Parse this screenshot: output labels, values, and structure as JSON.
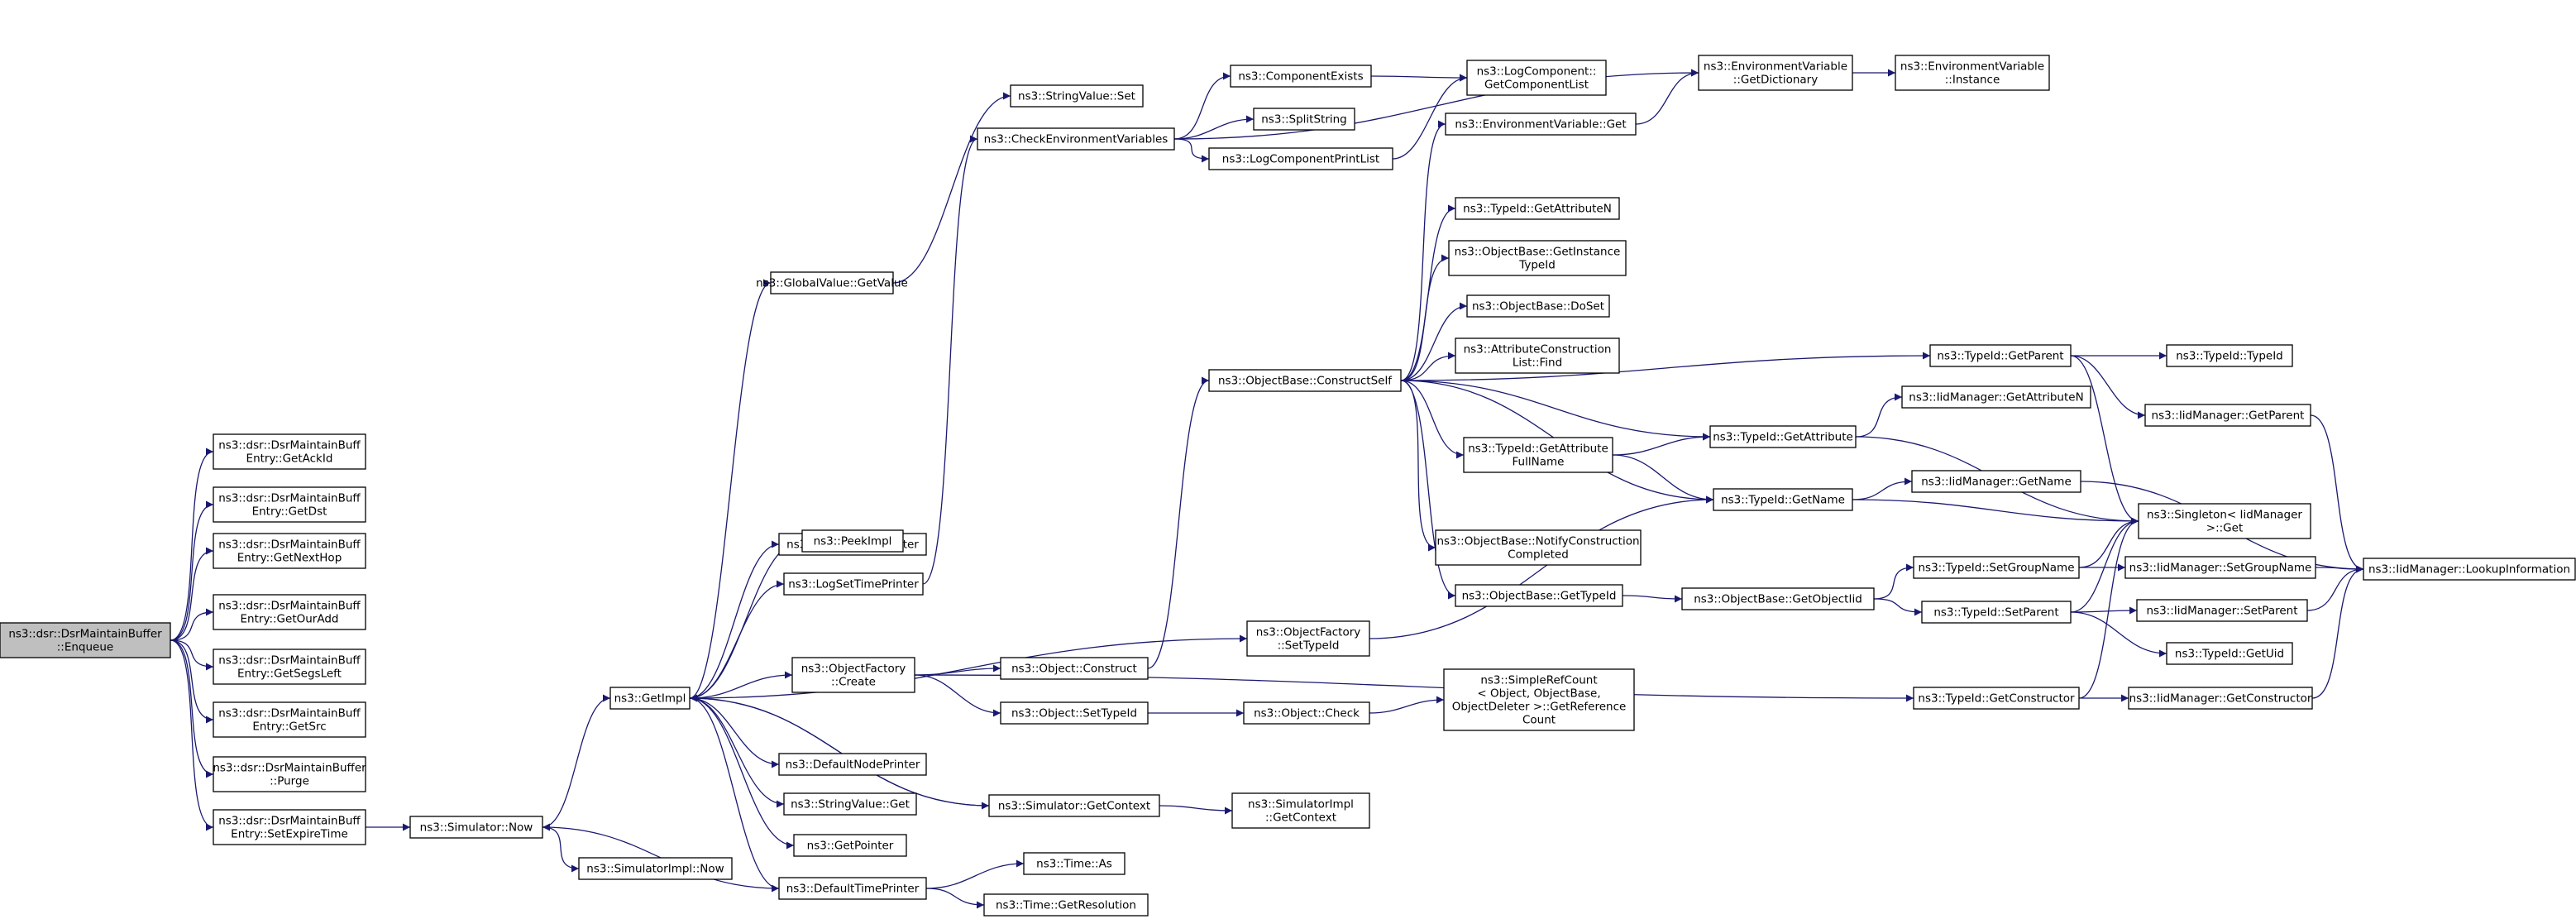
{
  "diagram": {
    "nodes": [
      {
        "id": "enqueue",
        "lines": [
          "ns3::dsr::DsrMaintainBuffer",
          "::Enqueue"
        ]
      },
      {
        "id": "getackid",
        "lines": [
          "ns3::dsr::DsrMaintainBuff",
          "Entry::GetAckId"
        ]
      },
      {
        "id": "getdst",
        "lines": [
          "ns3::dsr::DsrMaintainBuff",
          "Entry::GetDst"
        ]
      },
      {
        "id": "getnexthop",
        "lines": [
          "ns3::dsr::DsrMaintainBuff",
          "Entry::GetNextHop"
        ]
      },
      {
        "id": "getouradd",
        "lines": [
          "ns3::dsr::DsrMaintainBuff",
          "Entry::GetOurAdd"
        ]
      },
      {
        "id": "getsegsleft",
        "lines": [
          "ns3::dsr::DsrMaintainBuff",
          "Entry::GetSegsLeft"
        ]
      },
      {
        "id": "getsrc",
        "lines": [
          "ns3::dsr::DsrMaintainBuff",
          "Entry::GetSrc"
        ]
      },
      {
        "id": "purge",
        "lines": [
          "ns3::dsr::DsrMaintainBuffer",
          "::Purge"
        ]
      },
      {
        "id": "setexpiretime",
        "lines": [
          "ns3::dsr::DsrMaintainBuff",
          "Entry::SetExpireTime"
        ]
      },
      {
        "id": "simnow",
        "lines": [
          "ns3::Simulator::Now"
        ]
      },
      {
        "id": "simimplnow",
        "lines": [
          "ns3::SimulatorImpl::Now"
        ]
      },
      {
        "id": "getimpl",
        "lines": [
          "ns3::GetImpl"
        ]
      },
      {
        "id": "globalgetvalue",
        "lines": [
          "ns3::GlobalValue::GetValue"
        ]
      },
      {
        "id": "logsetnodeprinter",
        "lines": [
          "ns3::LogSetNodePrinter"
        ]
      },
      {
        "id": "peekimpl",
        "lines": [
          "ns3::PeekImpl"
        ]
      },
      {
        "id": "logsettimeprinter",
        "lines": [
          "ns3::LogSetTimePrinter"
        ]
      },
      {
        "id": "objfactorycreate",
        "lines": [
          "ns3::ObjectFactory",
          "::Create"
        ]
      },
      {
        "id": "defaultnodeprinter",
        "lines": [
          "ns3::DefaultNodePrinter"
        ]
      },
      {
        "id": "stringvalueget",
        "lines": [
          "ns3::StringValue::Get"
        ]
      },
      {
        "id": "getpointer",
        "lines": [
          "ns3::GetPointer"
        ]
      },
      {
        "id": "defaulttimeprinter",
        "lines": [
          "ns3::DefaultTimePrinter"
        ]
      },
      {
        "id": "stringvalueset",
        "lines": [
          "ns3::StringValue::Set"
        ]
      },
      {
        "id": "checkenv",
        "lines": [
          "ns3::CheckEnvironmentVariables"
        ]
      },
      {
        "id": "componentexists",
        "lines": [
          "ns3::ComponentExists"
        ]
      },
      {
        "id": "splitstring",
        "lines": [
          "ns3::SplitString"
        ]
      },
      {
        "id": "logcomponentprintlist",
        "lines": [
          "ns3::LogComponentPrintList"
        ]
      },
      {
        "id": "getcomponentlist",
        "lines": [
          "ns3::LogComponent::",
          "GetComponentList"
        ]
      },
      {
        "id": "envgetdict",
        "lines": [
          "ns3::EnvironmentVariable",
          "::GetDictionary"
        ]
      },
      {
        "id": "envinstance",
        "lines": [
          "ns3::EnvironmentVariable",
          "::Instance"
        ]
      },
      {
        "id": "envget",
        "lines": [
          "ns3::EnvironmentVariable::Get"
        ]
      },
      {
        "id": "constructself",
        "lines": [
          "ns3::ObjectBase::ConstructSelf"
        ]
      },
      {
        "id": "typeidgetattributen",
        "lines": [
          "ns3::TypeId::GetAttributeN"
        ]
      },
      {
        "id": "getinstancetypeid",
        "lines": [
          "ns3::ObjectBase::GetInstance",
          "TypeId"
        ]
      },
      {
        "id": "doset",
        "lines": [
          "ns3::ObjectBase::DoSet"
        ]
      },
      {
        "id": "attrconstructionfind",
        "lines": [
          "ns3::AttributeConstruction",
          "List::Find"
        ]
      },
      {
        "id": "getattributefullname",
        "lines": [
          "ns3::TypeId::GetAttribute",
          "FullName"
        ]
      },
      {
        "id": "notifyconstruction",
        "lines": [
          "ns3::ObjectBase::NotifyConstruction",
          "Completed"
        ]
      },
      {
        "id": "objbasegettypeid",
        "lines": [
          "ns3::ObjectBase::GetTypeId"
        ]
      },
      {
        "id": "objfactorysettypeid",
        "lines": [
          "ns3::ObjectFactory",
          "::SetTypeId"
        ]
      },
      {
        "id": "objectconstruct",
        "lines": [
          "ns3::Object::Construct"
        ]
      },
      {
        "id": "objectsettypeid",
        "lines": [
          "ns3::Object::SetTypeId"
        ]
      },
      {
        "id": "objectcheck",
        "lines": [
          "ns3::Object::Check"
        ]
      },
      {
        "id": "simplerefcount",
        "lines": [
          "ns3::SimpleRefCount",
          "< Object, ObjectBase,",
          "ObjectDeleter >::GetReference",
          "Count"
        ]
      },
      {
        "id": "simgetcontext",
        "lines": [
          "ns3::Simulator::GetContext"
        ]
      },
      {
        "id": "simimplgetcontext",
        "lines": [
          "ns3::SimulatorImpl",
          "::GetContext"
        ]
      },
      {
        "id": "timeas",
        "lines": [
          "ns3::Time::As"
        ]
      },
      {
        "id": "timegetresolution",
        "lines": [
          "ns3::Time::GetResolution"
        ]
      },
      {
        "id": "typeidgetparent",
        "lines": [
          "ns3::TypeId::GetParent"
        ]
      },
      {
        "id": "typeidtypeid",
        "lines": [
          "ns3::TypeId::TypeId"
        ]
      },
      {
        "id": "iidgetparent",
        "lines": [
          "ns3::IidManager::GetParent"
        ]
      },
      {
        "id": "iidgetattributen",
        "lines": [
          "ns3::IidManager::GetAttributeN"
        ]
      },
      {
        "id": "typeidgetattribute",
        "lines": [
          "ns3::TypeId::GetAttribute"
        ]
      },
      {
        "id": "typeidgetname",
        "lines": [
          "ns3::TypeId::GetName"
        ]
      },
      {
        "id": "iidgetname",
        "lines": [
          "ns3::IidManager::GetName"
        ]
      },
      {
        "id": "singletonget",
        "lines": [
          "ns3::Singleton< IidManager",
          ">::Get"
        ]
      },
      {
        "id": "getobjectiid",
        "lines": [
          "ns3::ObjectBase::GetObjectIid"
        ]
      },
      {
        "id": "typeidsetgroupname",
        "lines": [
          "ns3::TypeId::SetGroupName"
        ]
      },
      {
        "id": "typeidsetparent",
        "lines": [
          "ns3::TypeId::SetParent"
        ]
      },
      {
        "id": "iidsetgroupname",
        "lines": [
          "ns3::IidManager::SetGroupName"
        ]
      },
      {
        "id": "iidsetparent",
        "lines": [
          "ns3::IidManager::SetParent"
        ]
      },
      {
        "id": "typeidgetuid",
        "lines": [
          "ns3::TypeId::GetUid"
        ]
      },
      {
        "id": "typeidgetconstructor",
        "lines": [
          "ns3::TypeId::GetConstructor"
        ]
      },
      {
        "id": "iidgetconstructor",
        "lines": [
          "ns3::IidManager::GetConstructor"
        ]
      },
      {
        "id": "iidlookupinfo",
        "lines": [
          "ns3::IidManager::LookupInformation"
        ]
      }
    ],
    "edges": [
      [
        "enqueue",
        "getackid"
      ],
      [
        "enqueue",
        "getdst"
      ],
      [
        "enqueue",
        "getnexthop"
      ],
      [
        "enqueue",
        "getouradd"
      ],
      [
        "enqueue",
        "getsegsleft"
      ],
      [
        "enqueue",
        "getsrc"
      ],
      [
        "enqueue",
        "purge"
      ],
      [
        "enqueue",
        "setexpiretime"
      ],
      [
        "setexpiretime",
        "simnow"
      ],
      [
        "simnow",
        "getimpl"
      ],
      [
        "simnow",
        "simimplnow"
      ],
      [
        "getimpl",
        "globalgetvalue"
      ],
      [
        "getimpl",
        "logsetnodeprinter"
      ],
      [
        "getimpl",
        "peekimpl"
      ],
      [
        "getimpl",
        "logsettimeprinter"
      ],
      [
        "getimpl",
        "objfactorycreate"
      ],
      [
        "getimpl",
        "objfactorysettypeid"
      ],
      [
        "getimpl",
        "defaultnodeprinter"
      ],
      [
        "getimpl",
        "stringvalueget"
      ],
      [
        "getimpl",
        "getpointer"
      ],
      [
        "getimpl",
        "defaulttimeprinter"
      ],
      [
        "getimpl",
        "simgetcontext"
      ],
      [
        "globalgetvalue",
        "stringvalueset"
      ],
      [
        "logsettimeprinter",
        "checkenv"
      ],
      [
        "checkenv",
        "componentexists"
      ],
      [
        "checkenv",
        "splitstring"
      ],
      [
        "checkenv",
        "logcomponentprintlist"
      ],
      [
        "checkenv",
        "envgetdict"
      ],
      [
        "componentexists",
        "getcomponentlist"
      ],
      [
        "logcomponentprintlist",
        "getcomponentlist"
      ],
      [
        "envgetdict",
        "envinstance"
      ],
      [
        "envget",
        "envgetdict"
      ],
      [
        "objfactorycreate",
        "objectconstruct"
      ],
      [
        "objfactorycreate",
        "objectsettypeid"
      ],
      [
        "objfactorycreate",
        "typeidgetconstructor"
      ],
      [
        "objectconstruct",
        "constructself"
      ],
      [
        "objectsettypeid",
        "objectcheck"
      ],
      [
        "objectcheck",
        "simplerefcount"
      ],
      [
        "simgetcontext",
        "getimpl"
      ],
      [
        "simgetcontext",
        "simimplgetcontext"
      ],
      [
        "defaulttimeprinter",
        "simnow"
      ],
      [
        "defaulttimeprinter",
        "timeas"
      ],
      [
        "defaulttimeprinter",
        "timegetresolution"
      ],
      [
        "objfactorysettypeid",
        "typeidgetname"
      ],
      [
        "constructself",
        "envget"
      ],
      [
        "constructself",
        "typeidgetattributen"
      ],
      [
        "constructself",
        "getinstancetypeid"
      ],
      [
        "constructself",
        "doset"
      ],
      [
        "constructself",
        "attrconstructionfind"
      ],
      [
        "constructself",
        "getattributefullname"
      ],
      [
        "constructself",
        "typeidgetattribute"
      ],
      [
        "constructself",
        "typeidgetname"
      ],
      [
        "constructself",
        "notifyconstruction"
      ],
      [
        "constructself",
        "objbasegettypeid"
      ],
      [
        "constructself",
        "typeidgetparent"
      ],
      [
        "getattributefullname",
        "typeidgetattribute"
      ],
      [
        "getattributefullname",
        "typeidgetname"
      ],
      [
        "objbasegettypeid",
        "getobjectiid"
      ],
      [
        "typeidgetparent",
        "typeidtypeid"
      ],
      [
        "typeidgetparent",
        "iidgetparent"
      ],
      [
        "typeidgetparent",
        "singletonget"
      ],
      [
        "typeidgetattribute",
        "iidgetattributen"
      ],
      [
        "typeidgetattribute",
        "singletonget"
      ],
      [
        "typeidgetname",
        "iidgetname"
      ],
      [
        "typeidgetname",
        "singletonget"
      ],
      [
        "getobjectiid",
        "typeidsetgroupname"
      ],
      [
        "getobjectiid",
        "typeidsetparent"
      ],
      [
        "typeidsetgroupname",
        "iidsetgroupname"
      ],
      [
        "typeidsetgroupname",
        "singletonget"
      ],
      [
        "typeidsetparent",
        "iidsetparent"
      ],
      [
        "typeidsetparent",
        "typeidgetuid"
      ],
      [
        "typeidsetparent",
        "singletonget"
      ],
      [
        "typeidgetconstructor",
        "iidgetconstructor"
      ],
      [
        "typeidgetconstructor",
        "singletonget"
      ],
      [
        "iidgetparent",
        "iidlookupinfo"
      ],
      [
        "iidgetname",
        "iidlookupinfo"
      ],
      [
        "iidsetgroupname",
        "iidlookupinfo"
      ],
      [
        "iidsetparent",
        "iidlookupinfo"
      ],
      [
        "iidgetconstructor",
        "iidlookupinfo"
      ]
    ]
  },
  "colors": {
    "edge": "#191970",
    "root_fill": "#bfbfbf",
    "node_fill": "#ffffff",
    "node_border": "#000000"
  }
}
